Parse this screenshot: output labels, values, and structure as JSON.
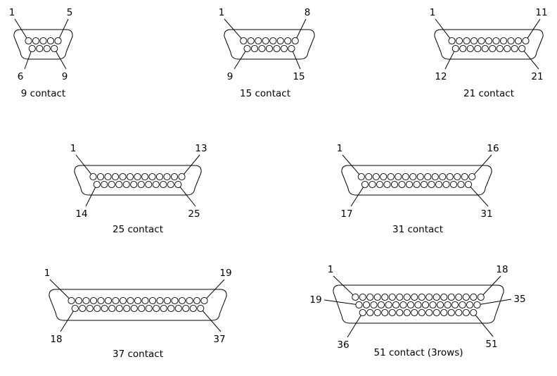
{
  "connectors": [
    {
      "caption": "9 contact",
      "labels": {
        "row1_first": "1",
        "row1_last": "5",
        "row2_first": "6",
        "row2_last": "9"
      }
    },
    {
      "caption": "15 contact",
      "labels": {
        "row1_first": "1",
        "row1_last": "8",
        "row2_first": "9",
        "row2_last": "15"
      }
    },
    {
      "caption": "21 contact",
      "labels": {
        "row1_first": "1",
        "row1_last": "11",
        "row2_first": "12",
        "row2_last": "21"
      }
    },
    {
      "caption": "25 contact",
      "labels": {
        "row1_first": "1",
        "row1_last": "13",
        "row2_first": "14",
        "row2_last": "25"
      }
    },
    {
      "caption": "31 contact",
      "labels": {
        "row1_first": "1",
        "row1_last": "16",
        "row2_first": "17",
        "row2_last": "31"
      }
    },
    {
      "caption": "37 contact",
      "labels": {
        "row1_first": "1",
        "row1_last": "19",
        "row2_first": "18",
        "row2_last": "37"
      }
    },
    {
      "caption": "51 contact (3rows)",
      "labels": {
        "row1_first": "1",
        "row1_last": "18",
        "row2_first": "19",
        "row2_last": "35",
        "row3_first": "36",
        "row3_last": "51"
      }
    }
  ]
}
